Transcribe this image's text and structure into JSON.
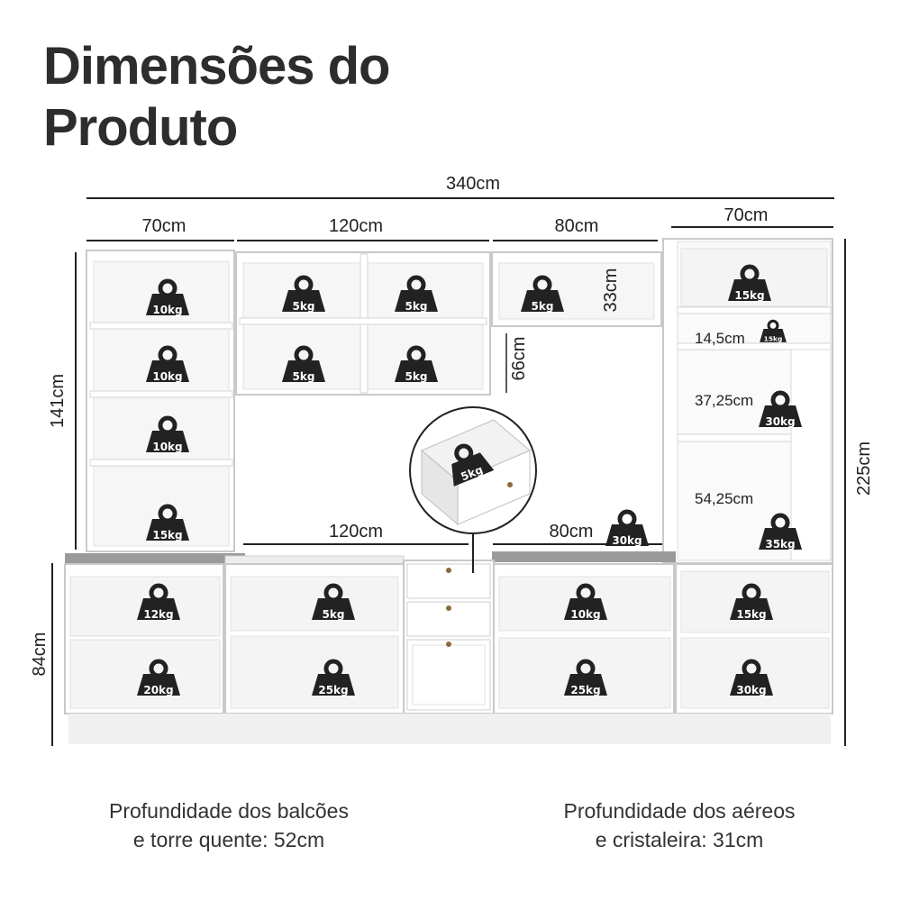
{
  "title": {
    "line1": "Dimensões do",
    "line2": "Produto"
  },
  "dimensions": {
    "total_width": "340cm",
    "left_tower_width": "70cm",
    "upper_wide_width": "120cm",
    "upper_narrow_width": "80cm",
    "right_tower_width": "70cm",
    "left_height": "141cm",
    "niche_height": "33cm",
    "upper_gap": "66cm",
    "counter_wide": "120cm",
    "counter_narrow": "80cm",
    "base_height": "84cm",
    "total_height": "225cm",
    "shelf_a": "14,5cm",
    "shelf_b": "37,25cm",
    "shelf_c": "54,25cm"
  },
  "weights": {
    "lt1": "10kg",
    "lt2": "10kg",
    "lt3": "10kg",
    "lt4": "15kg",
    "u1": "5kg",
    "u2": "5kg",
    "u3": "5kg",
    "u4": "5kg",
    "u5": "5kg",
    "drawer": "5kg",
    "counter_right": "30kg",
    "rt1": "15kg",
    "rt2": "15kg",
    "rt3": "30kg",
    "rt4": "35kg",
    "b1": "12kg",
    "b2": "20kg",
    "b3": "5kg",
    "b4": "25kg",
    "b5": "10kg",
    "b6": "25kg",
    "b7": "15kg",
    "b8": "30kg"
  },
  "footer": {
    "left_line1": "Profundidade dos balcões",
    "left_line2": "e torre quente: 52cm",
    "right_line1": "Profundidade dos aéreos",
    "right_line2": "e cristaleira: 31cm"
  },
  "colors": {
    "panel": "#ffffff",
    "edge": "#c9c9c9",
    "inner": "#f4f4f4",
    "countertop": "#9a9a9a",
    "weight_icon": "#222222"
  },
  "icons": {
    "weight": "kettlebell-weight-icon"
  }
}
